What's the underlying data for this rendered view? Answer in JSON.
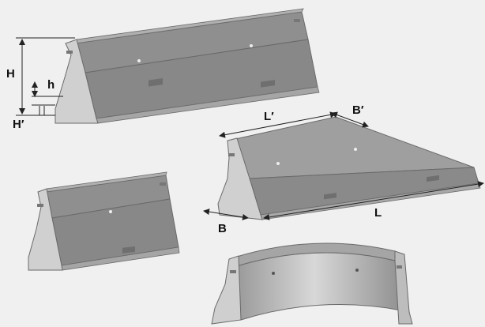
{
  "diagram": {
    "labels": {
      "H": "H",
      "h": "h",
      "H_prime": "H′",
      "L_prime": "L′",
      "B_prime": "B′",
      "B": "B",
      "L": "L"
    },
    "colors": {
      "background": "#f0f0f0",
      "body": "#8d8d8d",
      "top": "#a9a9a9",
      "face_light": "#c8c8c8",
      "end_face": "#d2d2d2",
      "base": "#b5b5b5",
      "outline": "#6a6a6a",
      "dimension_line": "#222222"
    }
  }
}
